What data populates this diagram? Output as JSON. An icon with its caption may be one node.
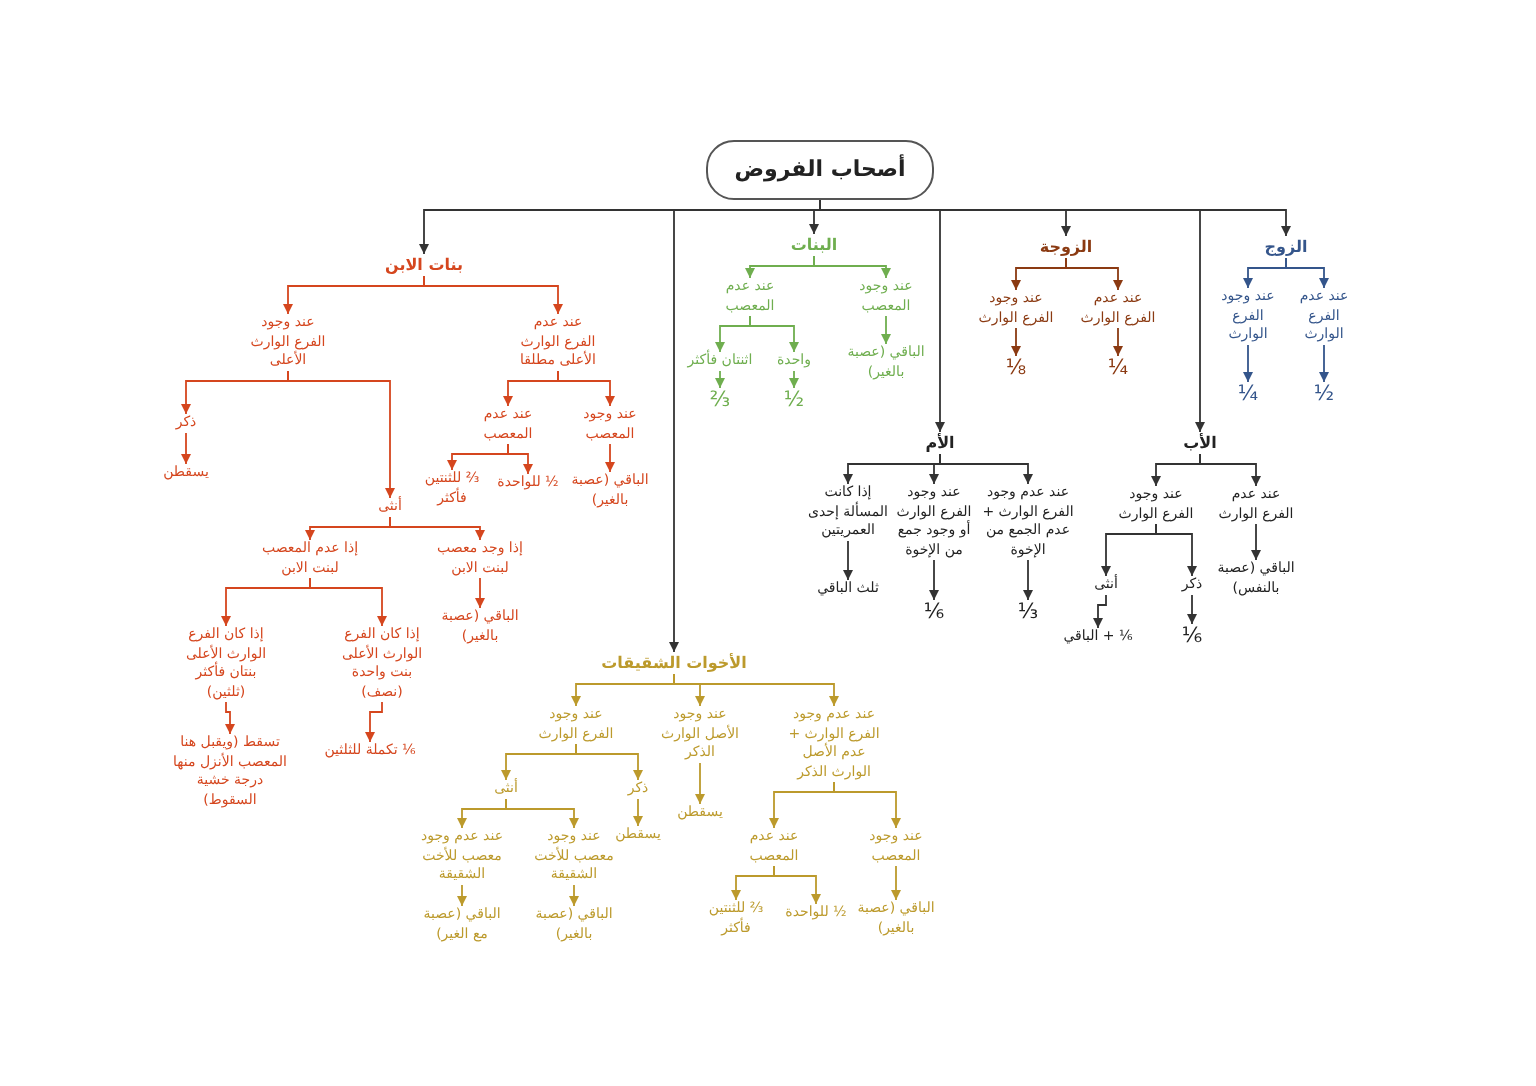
{
  "diagram": {
    "nodes": [
      {
        "text": [
          "أصحاب الفروض"
        ]
      },
      {
        "text": [
          "الزوج"
        ]
      },
      {
        "text": [
          "عند عدم الفرع الوارث"
        ]
      },
      {
        "text": [
          "عند وجود الفرع الوارث"
        ]
      },
      {
        "text": [
          "½"
        ]
      },
      {
        "text": [
          "¼"
        ]
      },
      {
        "text": [
          "الأب"
        ]
      },
      {
        "text": [
          "عند عدم الفرع الوارث"
        ]
      },
      {
        "text": [
          "عند وجود الفرع الوارث"
        ]
      },
      {
        "text": [
          "الباقي (عصبة بالنفس)"
        ]
      },
      {
        "text": [
          "ذكر"
        ]
      },
      {
        "text": [
          "أنثى"
        ]
      },
      {
        "text": [
          "⅙"
        ]
      },
      {
        "text": [
          "⅙ + الباقي"
        ]
      },
      {
        "text": [
          "الزوجة"
        ]
      },
      {
        "text": [
          "عند عدم الفرع الوارث"
        ]
      },
      {
        "text": [
          "عند وجود الفرع الوارث"
        ]
      },
      {
        "text": [
          "¼"
        ]
      },
      {
        "text": [
          "⅛"
        ]
      },
      {
        "text": [
          "الأم"
        ]
      },
      {
        "text": [
          "عند عدم وجود الفرع الوارث + عدم الجمع من الإخوة"
        ]
      },
      {
        "text": [
          "عند وجود الفرع الوارث أو وجود جمع من الإخوة"
        ]
      },
      {
        "text": [
          "إذا كانت المسألة إحدى العمريتين"
        ]
      },
      {
        "text": [
          "⅓"
        ]
      },
      {
        "text": [
          "⅙"
        ]
      },
      {
        "text": [
          "ثلث الباقي"
        ]
      },
      {
        "text": [
          "البنات"
        ]
      },
      {
        "text": [
          "عند وجود المعصب"
        ]
      },
      {
        "text": [
          "عند عدم المعصب"
        ]
      },
      {
        "text": [
          "الباقي (عصبة بالغير)"
        ]
      },
      {
        "text": [
          "واحدة"
        ]
      },
      {
        "text": [
          "اثنتان فأكثر"
        ]
      },
      {
        "text": [
          "½"
        ]
      },
      {
        "text": [
          "⅔"
        ]
      },
      {
        "text": [
          "الأخوات الشقيقات"
        ]
      },
      {
        "text": [
          "عند عدم وجود الفرع الوارث + عدم الأصل الوارث الذكر"
        ]
      },
      {
        "text": [
          "عند وجود الأصل الوارث الذكر"
        ]
      },
      {
        "text": [
          "عند وجود الفرع الوارث"
        ]
      },
      {
        "text": [
          "عند وجود المعصب"
        ]
      },
      {
        "text": [
          "عند عدم المعصب"
        ]
      },
      {
        "text": [
          "الباقي (عصبة بالغير)"
        ]
      },
      {
        "text": [
          "½ للواحدة"
        ]
      },
      {
        "text": [
          "⅔ للثنتين فأكثر"
        ]
      },
      {
        "text": [
          "يسقطن"
        ]
      },
      {
        "text": [
          "ذكر"
        ]
      },
      {
        "text": [
          "أنثى"
        ]
      },
      {
        "text": [
          "يسقطن"
        ]
      },
      {
        "text": [
          "عند وجود معصب للأخت الشقيقة"
        ]
      },
      {
        "text": [
          "عند عدم وجود معصب للأخت الشقيقة"
        ]
      },
      {
        "text": [
          "الباقي (عصبة بالغير)"
        ]
      },
      {
        "text": [
          "الباقي (عصبة مع الغير)"
        ]
      },
      {
        "text": [
          "بنات الابن"
        ]
      },
      {
        "text": [
          "عند عدم الفرع الوارث الأعلى مطلقا"
        ]
      },
      {
        "text": [
          "عند وجود الفرع الوارث الأعلى"
        ]
      },
      {
        "text": [
          "عند وجود المعصب"
        ]
      },
      {
        "text": [
          "عند عدم المعصب"
        ]
      },
      {
        "text": [
          "الباقي (عصبة بالغير)"
        ]
      },
      {
        "text": [
          "½ للواحدة"
        ]
      },
      {
        "text": [
          "⅔ للثنتين فأكثر"
        ]
      },
      {
        "text": [
          "ذكر"
        ]
      },
      {
        "text": [
          "أنثى"
        ]
      },
      {
        "text": [
          "يسقطن"
        ]
      },
      {
        "text": [
          "إذا وجد معصب لبنت الابن"
        ]
      },
      {
        "text": [
          "إذا عدم المعصب لبنت الابن"
        ]
      },
      {
        "text": [
          "الباقي (عصبة بالغير)"
        ]
      },
      {
        "text": [
          "إذا كان الفرع الوارث الأعلى بنت واحدة (نصف)"
        ]
      },
      {
        "text": [
          "إذا كان الفرع الوارث الأعلى بنتان فأكثر (ثلثين)"
        ]
      },
      {
        "text": [
          "⅙ تكملة للثلثين"
        ]
      },
      {
        "text": [
          "تسقط (ويقبل هنا المعصب الأنزل منها درجة خشية السقوط)"
        ]
      }
    ],
    "edges": [
      {
        "from": 0,
        "to": 1,
        "arrow": "to"
      },
      {
        "from": 0,
        "to": 6,
        "arrow": "to"
      },
      {
        "from": 0,
        "to": 14,
        "arrow": "to"
      },
      {
        "from": 0,
        "to": 19,
        "arrow": "to"
      },
      {
        "from": 0,
        "to": 26,
        "arrow": "to"
      },
      {
        "from": 0,
        "to": 34,
        "arrow": "to"
      },
      {
        "from": 0,
        "to": 51,
        "arrow": "to"
      },
      {
        "from": 1,
        "to": 2,
        "arrow": "to",
        "color": "#34558b"
      },
      {
        "from": 1,
        "to": 3,
        "arrow": "to",
        "color": "#34558b"
      },
      {
        "from": 2,
        "to": 4,
        "arrow": "to",
        "color": "#34558b"
      },
      {
        "from": 3,
        "to": 5,
        "arrow": "to",
        "color": "#34558b"
      },
      {
        "from": 6,
        "to": 7,
        "arrow": "to"
      },
      {
        "from": 6,
        "to": 8,
        "arrow": "to"
      },
      {
        "from": 7,
        "to": 9,
        "arrow": "to"
      },
      {
        "from": 8,
        "to": 10,
        "arrow": "to"
      },
      {
        "from": 8,
        "to": 11,
        "arrow": "to"
      },
      {
        "from": 10,
        "to": 12,
        "arrow": "to"
      },
      {
        "from": 11,
        "to": 13,
        "arrow": "to"
      },
      {
        "from": 14,
        "to": 15,
        "arrow": "to",
        "color": "#8b3a12"
      },
      {
        "from": 14,
        "to": 16,
        "arrow": "to",
        "color": "#8b3a12"
      },
      {
        "from": 15,
        "to": 17,
        "arrow": "to",
        "color": "#8b3a12"
      },
      {
        "from": 16,
        "to": 18,
        "arrow": "to",
        "color": "#8b3a12"
      },
      {
        "from": 19,
        "to": 20,
        "arrow": "to"
      },
      {
        "from": 19,
        "to": 21,
        "arrow": "to"
      },
      {
        "from": 19,
        "to": 22,
        "arrow": "to"
      },
      {
        "from": 20,
        "to": 23,
        "arrow": "to"
      },
      {
        "from": 21,
        "to": 24,
        "arrow": "to"
      },
      {
        "from": 22,
        "to": 25,
        "arrow": "to"
      },
      {
        "from": 26,
        "to": 27,
        "arrow": "to",
        "color": "#6fae4f"
      },
      {
        "from": 26,
        "to": 28,
        "arrow": "to",
        "color": "#6fae4f"
      },
      {
        "from": 27,
        "to": 29,
        "arrow": "to",
        "color": "#6fae4f"
      },
      {
        "from": 28,
        "to": 30,
        "arrow": "to",
        "color": "#6fae4f"
      },
      {
        "from": 28,
        "to": 31,
        "arrow": "to",
        "color": "#6fae4f"
      },
      {
        "from": 30,
        "to": 32,
        "arrow": "to",
        "color": "#6fae4f"
      },
      {
        "from": 31,
        "to": 33,
        "arrow": "to",
        "color": "#6fae4f"
      },
      {
        "from": 34,
        "to": 35,
        "arrow": "to",
        "color": "#bc9a2c"
      },
      {
        "from": 34,
        "to": 36,
        "arrow": "to",
        "color": "#bc9a2c"
      },
      {
        "from": 34,
        "to": 37,
        "arrow": "to",
        "color": "#bc9a2c"
      },
      {
        "from": 35,
        "to": 38,
        "arrow": "to",
        "color": "#bc9a2c"
      },
      {
        "from": 35,
        "to": 39,
        "arrow": "to",
        "color": "#bc9a2c"
      },
      {
        "from": 38,
        "to": 40,
        "arrow": "to",
        "color": "#bc9a2c"
      },
      {
        "from": 39,
        "to": 41,
        "arrow": "to",
        "color": "#bc9a2c"
      },
      {
        "from": 39,
        "to": 42,
        "arrow": "to",
        "color": "#bc9a2c"
      },
      {
        "from": 36,
        "to": 43,
        "arrow": "to",
        "color": "#bc9a2c"
      },
      {
        "from": 37,
        "to": 44,
        "arrow": "to",
        "color": "#bc9a2c"
      },
      {
        "from": 37,
        "to": 45,
        "arrow": "to",
        "color": "#bc9a2c"
      },
      {
        "from": 44,
        "to": 46,
        "arrow": "to",
        "color": "#bc9a2c"
      },
      {
        "from": 45,
        "to": 47,
        "arrow": "to",
        "color": "#bc9a2c"
      },
      {
        "from": 45,
        "to": 48,
        "arrow": "to",
        "color": "#bc9a2c"
      },
      {
        "from": 47,
        "to": 49,
        "arrow": "to",
        "color": "#bc9a2c"
      },
      {
        "from": 48,
        "to": 50,
        "arrow": "to",
        "color": "#bc9a2c"
      },
      {
        "from": 51,
        "to": 52,
        "arrow": "to",
        "color": "#d5461e"
      },
      {
        "from": 51,
        "to": 53,
        "arrow": "to",
        "color": "#d5461e"
      },
      {
        "from": 52,
        "to": 54,
        "arrow": "to",
        "color": "#d5461e"
      },
      {
        "from": 52,
        "to": 55,
        "arrow": "to",
        "color": "#d5461e"
      },
      {
        "from": 54,
        "to": 56,
        "arrow": "to",
        "color": "#d5461e"
      },
      {
        "from": 55,
        "to": 57,
        "arrow": "to",
        "color": "#d5461e"
      },
      {
        "from": 55,
        "to": 58,
        "arrow": "to",
        "color": "#d5461e"
      },
      {
        "from": 53,
        "to": 59,
        "arrow": "to",
        "color": "#d5461e"
      },
      {
        "from": 53,
        "to": 60,
        "arrow": "to",
        "color": "#d5461e"
      },
      {
        "from": 59,
        "to": 61,
        "arrow": "to",
        "color": "#d5461e"
      },
      {
        "from": 60,
        "to": 62,
        "arrow": "to",
        "color": "#d5461e"
      },
      {
        "from": 60,
        "to": 63,
        "arrow": "to",
        "color": "#d5461e"
      },
      {
        "from": 62,
        "to": 64,
        "arrow": "to",
        "color": "#d5461e"
      },
      {
        "from": 63,
        "to": 65,
        "arrow": "to",
        "color": "#d5461e"
      },
      {
        "from": 63,
        "to": 66,
        "arrow": "to",
        "color": "#d5461e"
      },
      {
        "from": 65,
        "to": 67,
        "arrow": "to",
        "color": "#d5461e"
      },
      {
        "from": 66,
        "to": 68,
        "arrow": "to",
        "color": "#d5461e"
      }
    ]
  }
}
